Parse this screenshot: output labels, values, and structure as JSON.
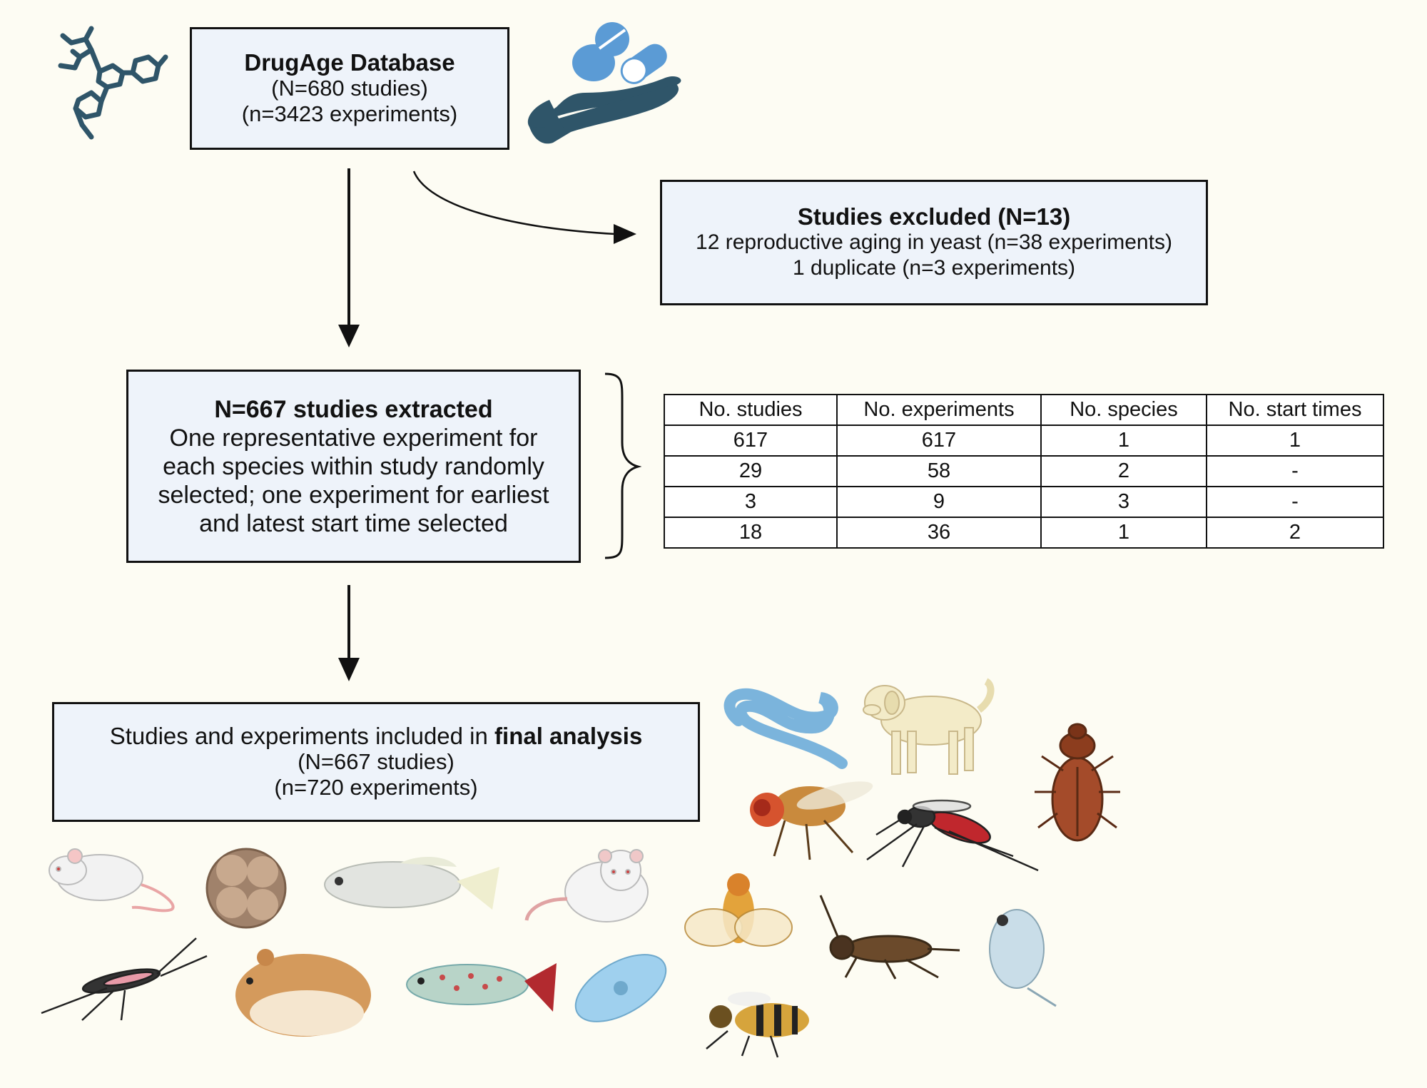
{
  "database_box": {
    "title": "DrugAge Database",
    "studies": "(N=680 studies)",
    "experiments": "(n=3423 experiments)"
  },
  "excluded_box": {
    "title": "Studies excluded (N=13)",
    "line1": "12 reproductive aging in yeast (n=38 experiments)",
    "line2": "1 duplicate (n=3 experiments)"
  },
  "extracted_box": {
    "title": "N=667 studies extracted",
    "body": "One representative experiment for each species within study randomly selected; one experiment for earliest and latest start time selected"
  },
  "final_box": {
    "prefix": "Studies and experiments included in ",
    "emphasis": "final analysis",
    "studies": "(N=667 studies)",
    "experiments": "(n=720 experiments)"
  },
  "table": {
    "headers": [
      "No. studies",
      "No. experiments",
      "No. species",
      "No. start times"
    ],
    "rows": [
      [
        "617",
        "617",
        "1",
        "1"
      ],
      [
        "29",
        "58",
        "2",
        "-"
      ],
      [
        "3",
        "9",
        "3",
        "-"
      ],
      [
        "18",
        "36",
        "1",
        "2"
      ]
    ]
  },
  "illustrations": [
    "molecule-icon",
    "drug-hand-icon",
    "worm-icon",
    "dog-icon",
    "beetle-icon",
    "fruit-fly-icon",
    "mosquito-icon",
    "mouse-icon",
    "embryo-icon",
    "killifish-icon",
    "rat-icon",
    "gnat-icon",
    "hamster-icon",
    "guppy-icon",
    "paramecium-icon",
    "tephritid-fly-icon",
    "cricket-icon",
    "daphnia-icon",
    "bee-icon"
  ],
  "colors": {
    "background": "#fdfcf3",
    "box_fill": "#eef3fa",
    "icon_navy": "#2f5569",
    "pill_blue": "#5b9bd5"
  }
}
